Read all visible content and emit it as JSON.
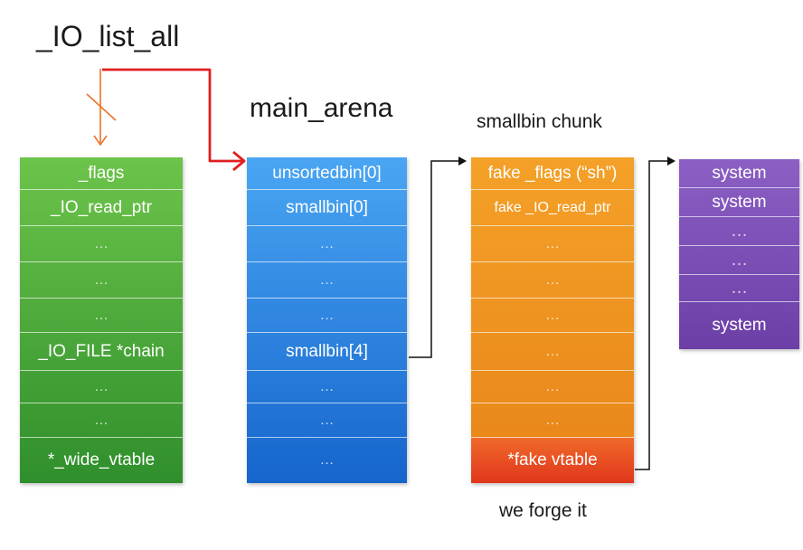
{
  "titles": {
    "io_list_all": "_IO_list_all",
    "main_arena": "main_arena",
    "smallbin_chunk": "smallbin chunk",
    "forge_note": "we forge it"
  },
  "io_file": {
    "cells": [
      "_flags",
      "_IO_read_ptr",
      "…",
      "…",
      "…",
      "_IO_FILE *chain",
      "…",
      "…",
      "*_wide_vtable"
    ]
  },
  "main_arena": {
    "cells": [
      "unsortedbin[0]",
      "smallbin[0]",
      "…",
      "…",
      "…",
      "smallbin[4]",
      "…",
      "…",
      "…"
    ]
  },
  "smallbin_chunk": {
    "cells": [
      "fake _flags (“sh”)",
      "fake _IO_read_ptr",
      "…",
      "…",
      "…",
      "…",
      "…",
      "…",
      "*fake vtable"
    ]
  },
  "vtable": {
    "cells": [
      "system",
      "system",
      "…",
      "…",
      "…",
      "system"
    ]
  },
  "colors": {
    "io_file": "#4caf3a",
    "main_arena": "#2f86e0",
    "smallbin_chunk": "#f0961f",
    "fake_vtable": "#e8461f",
    "vtable": "#7b4fb6",
    "redirect_arrow": "#e02020",
    "original_arrow": "#e8742a"
  }
}
